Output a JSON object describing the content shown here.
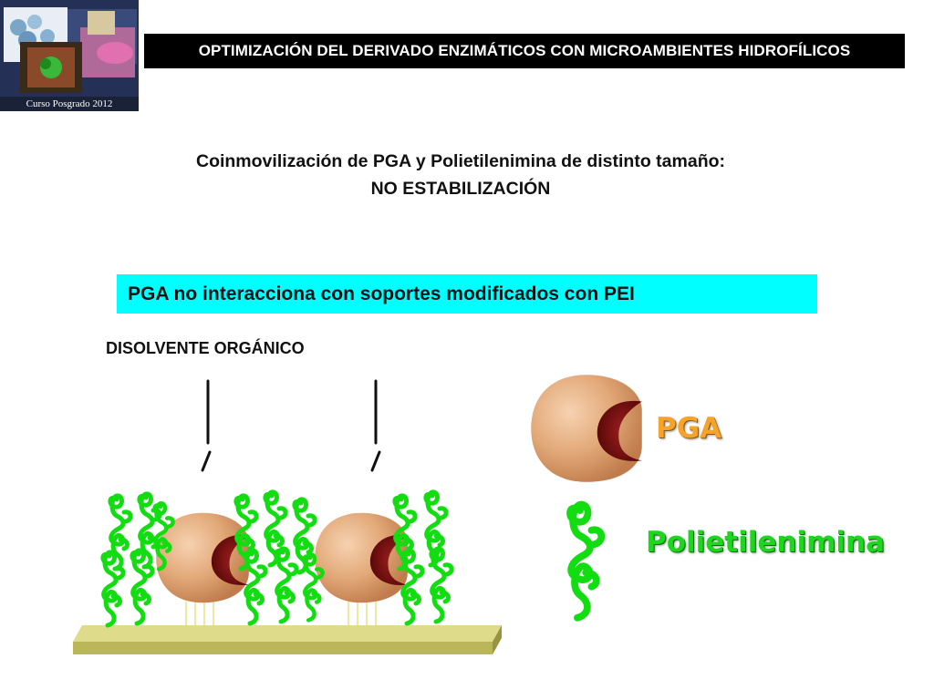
{
  "logo": {
    "caption": "Curso Posgrado 2012"
  },
  "header": {
    "title": "OPTIMIZACIÓN DEL DERIVADO ENZIMÁTICOS CON MICROAMBIENTES HIDROFÍLICOS"
  },
  "subtitle": {
    "line1": "Coinmovilización de PGA y Polietilenimina de distinto tamaño:",
    "line2": "NO ESTABILIZACIÓN"
  },
  "callout": {
    "text": "PGA no interacciona con soportes modificados con PEI"
  },
  "diagram": {
    "solvent_label": "DISOLVENTE ORGÁNICO"
  },
  "legend": {
    "pga": "PGA",
    "pei": "Polietilenimina"
  },
  "colors": {
    "callout_bg": "#00ffff",
    "header_bg": "#000000",
    "pga_label": "#f5a32a",
    "pei_label": "#1ed61e",
    "support": "#c8c46a"
  }
}
